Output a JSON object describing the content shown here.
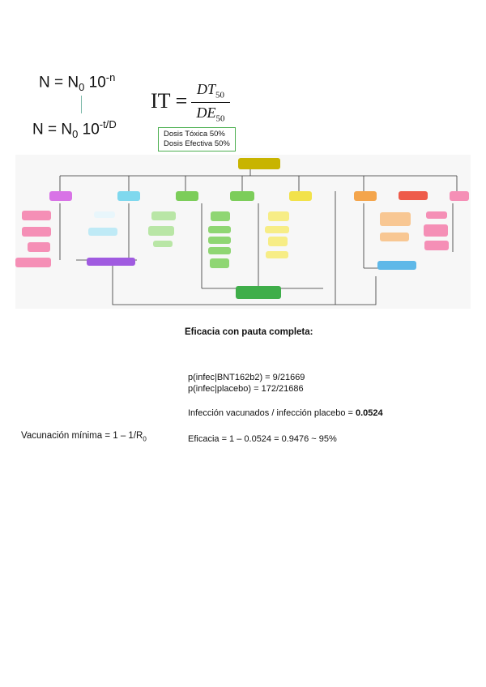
{
  "formulas": {
    "f1_base": "N = N",
    "f1_sub": "0",
    "f1_mid": " 10",
    "f1_exp": "-n",
    "f2_base": "N = N",
    "f2_sub": "0",
    "f2_mid": " 10",
    "f2_exp": "-t/D",
    "it_lhs": "IT =",
    "it_num": "DT",
    "it_num_sub": "50",
    "it_den": "DE",
    "it_den_sub": "50"
  },
  "legend": {
    "line1": "Dosis Tóxica 50%",
    "line2": "Dosis Efectiva 50%"
  },
  "efficacy": {
    "title": "Eficacia con pauta completa:",
    "p1": "p(infec|BNT162b2) = 9/21669",
    "p2": "p(infec|placebo) = 172/21686",
    "ratio_label": "Infección vacunados / infección placebo = ",
    "ratio_value": "0.0524",
    "eff": "Eficacia =  1 – 0.0524 = 0.9476 ~  95%"
  },
  "vacc": {
    "text": "Vacunación mínima = 1 – 1/R",
    "sub": "0"
  },
  "diagram": {
    "colors": {
      "olive": "#c8b400",
      "purple": "#d873e6",
      "cyan": "#7fd8ee",
      "green": "#7ccd5a",
      "yellow": "#f2e24a",
      "orange": "#f4a54c",
      "red": "#ee5b4a",
      "pink": "#f58fb6",
      "blue": "#5fb8e8",
      "violet": "#a05be0",
      "darkgreen": "#3fae4a"
    }
  }
}
